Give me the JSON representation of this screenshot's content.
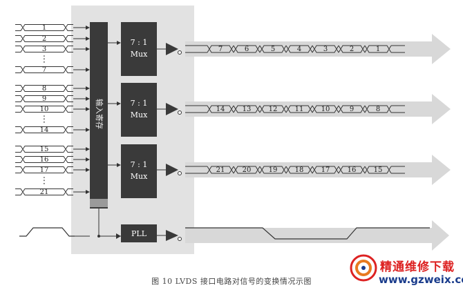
{
  "mux_label_ratio": "7 : 1",
  "mux_label_name": "Mux",
  "register_label": "输入寄存",
  "pll_label": "PLL",
  "input_bits": [
    "1",
    "2",
    "3",
    "7",
    "8",
    "9",
    "10",
    "14",
    "15",
    "16",
    "17",
    "21"
  ],
  "ellipsis": "⋮",
  "output_channels": [
    {
      "bits": [
        "7",
        "6",
        "5",
        "4",
        "3",
        "2",
        "1"
      ]
    },
    {
      "bits": [
        "14",
        "13",
        "12",
        "11",
        "10",
        "9",
        "8"
      ]
    },
    {
      "bits": [
        "21",
        "20",
        "19",
        "18",
        "17",
        "16",
        "15"
      ]
    }
  ],
  "caption": "图 10  LVDS 接口电路对信号的变换情况示图",
  "watermark": {
    "cn": "精通维修下载",
    "url": "www.gzweix.com"
  },
  "colors": {
    "panel": "#e2e2e2",
    "block": "#3a3a3a",
    "arrow": "#d8d8d8",
    "line": "#333333",
    "logo_red": "#d22222",
    "logo_blue": "#1a3c8c"
  }
}
